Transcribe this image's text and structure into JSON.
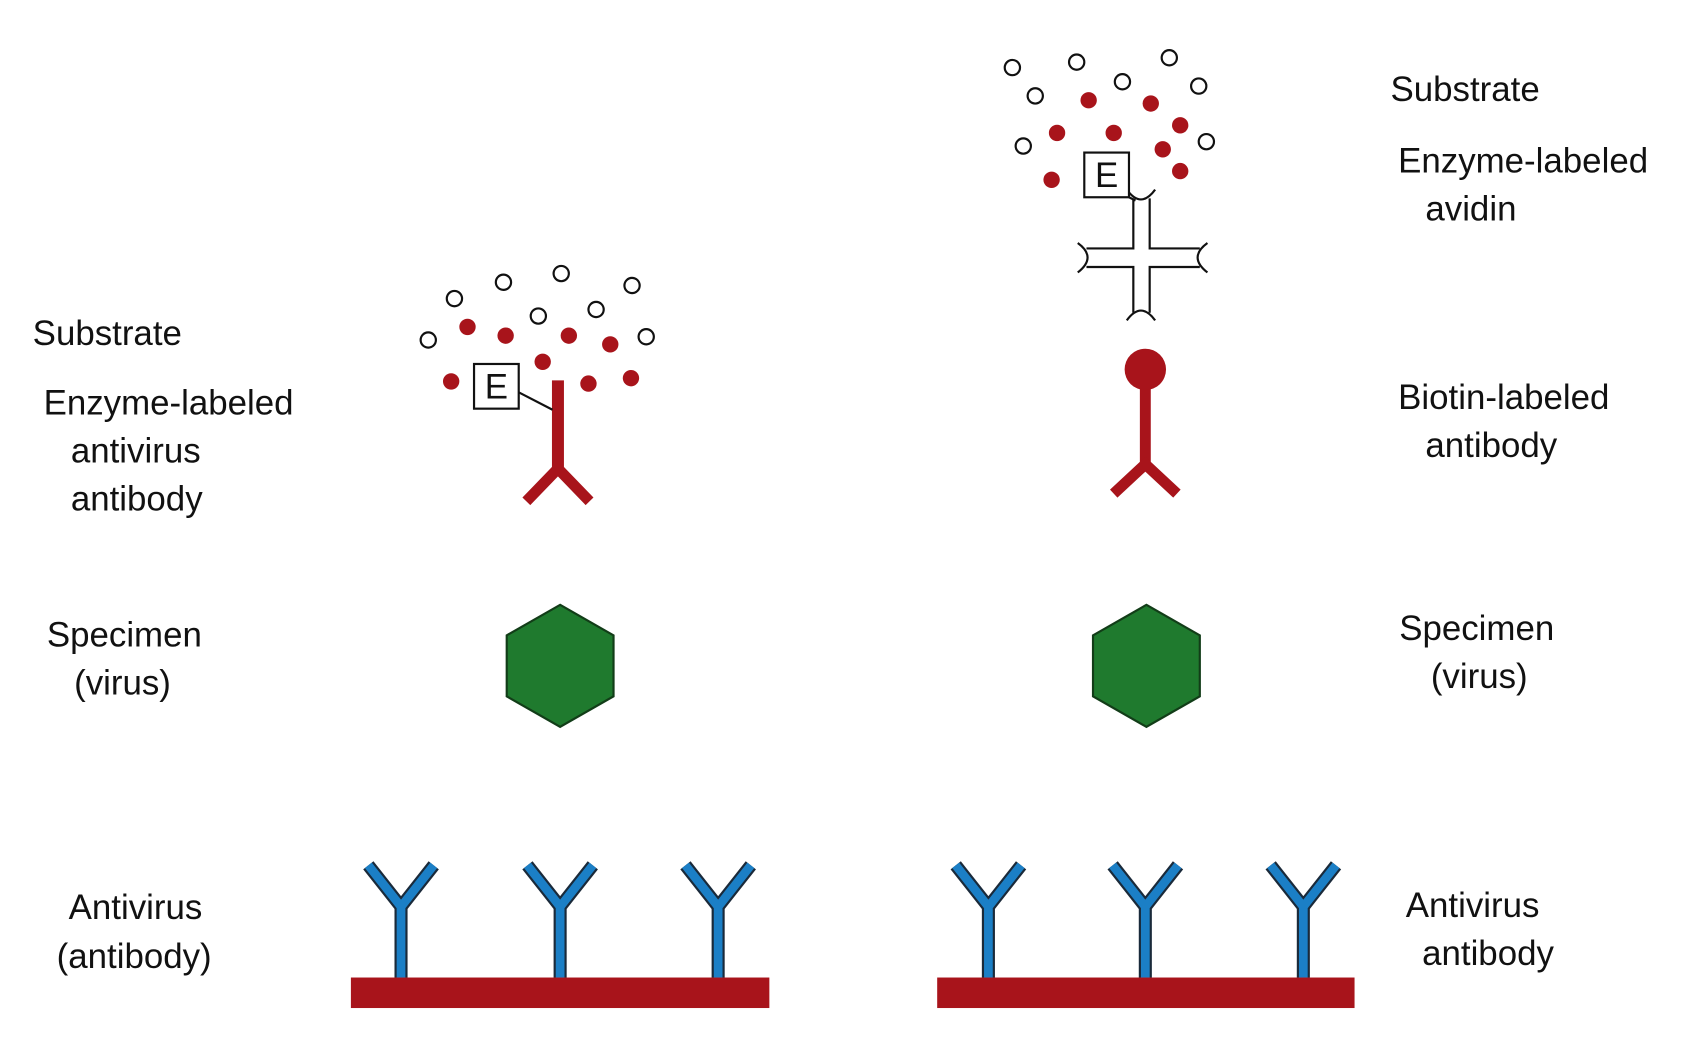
{
  "colors": {
    "red": "#a8141b",
    "blue": "#1b7fc6",
    "green": "#1f7a2e",
    "outline": "#1a2a3a"
  },
  "left_panel": {
    "substrate": "Substrate",
    "enzyme_antibody": [
      "Enzyme-labeled",
      "antivirus",
      "antibody"
    ],
    "specimen": [
      "Specimen",
      "(virus)"
    ],
    "capture": [
      "Antivirus",
      "(antibody)"
    ],
    "enzyme_symbol": "E"
  },
  "right_panel": {
    "substrate": "Substrate",
    "enzyme_avidin": [
      "Enzyme-labeled",
      "avidin"
    ],
    "biotin_antibody": [
      "Biotin-labeled",
      "antibody"
    ],
    "specimen": [
      "Specimen",
      "(virus)"
    ],
    "capture": [
      "Antivirus",
      "antibody"
    ],
    "enzyme_symbol": "E"
  }
}
